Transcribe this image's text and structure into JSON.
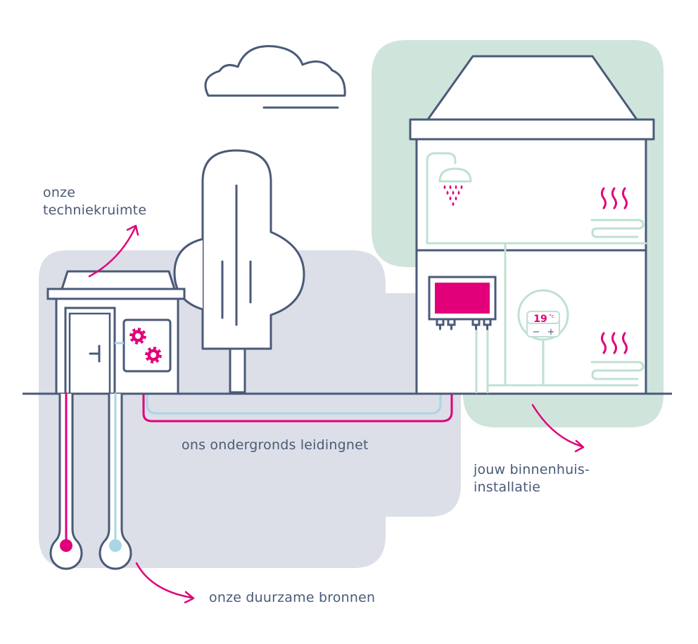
{
  "labels": {
    "technical_room_line1": "onze",
    "technical_room_line2": "techniekruimte",
    "network": "ons ondergronds leidingnet",
    "indoor_line1": "jouw binnenhuis-",
    "indoor_line2": "installatie",
    "sources": "onze duurzame bronnen"
  },
  "thermostat": {
    "temperature": "19",
    "unit": "°c",
    "minus": "−",
    "plus": "+"
  },
  "colors": {
    "outline": "#4a5a78",
    "accent": "#e2007a",
    "cold_pipe": "#a9d6e5",
    "grey_panel": "#dcdfe7",
    "mint_panel": "#cfe5dc",
    "indoor_pipe": "#bfe0d2"
  }
}
